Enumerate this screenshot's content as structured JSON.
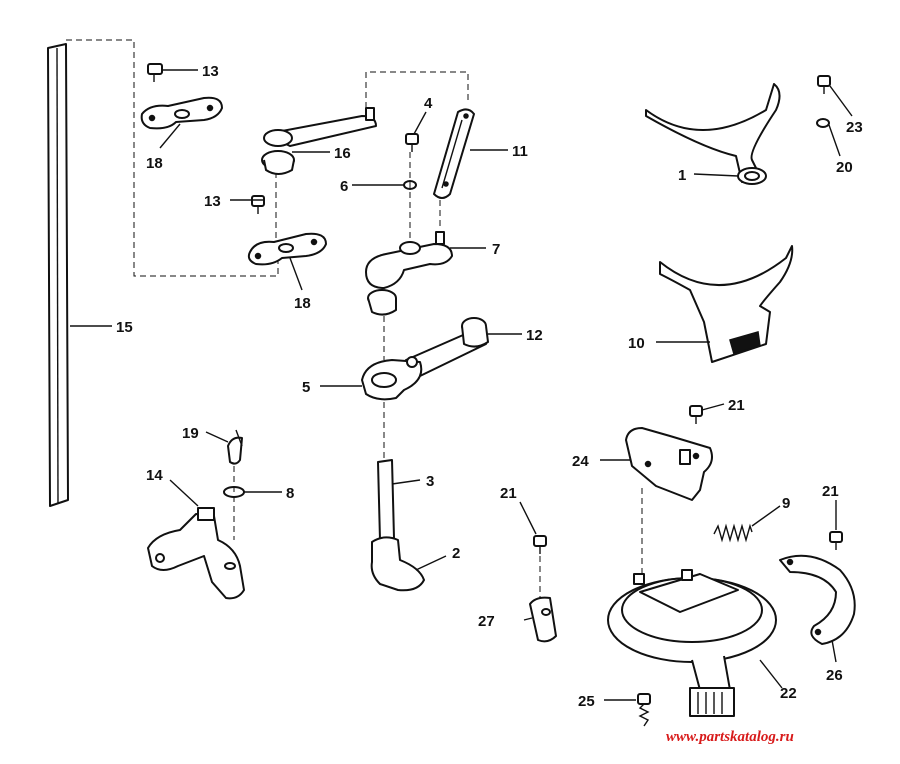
{
  "callouts": {
    "c1": "1",
    "c2": "2",
    "c3": "3",
    "c4": "4",
    "c5": "5",
    "c6": "6",
    "c7": "7",
    "c8": "8",
    "c9": "9",
    "c10": "10",
    "c11": "11",
    "c12": "12",
    "c13a": "13",
    "c13b": "13",
    "c14": "14",
    "c15": "15",
    "c16": "16",
    "c18a": "18",
    "c18b": "18",
    "c19": "19",
    "c20": "20",
    "c21a": "21",
    "c21b": "21",
    "c21c": "21",
    "c22": "22",
    "c23": "23",
    "c24": "24",
    "c25": "25",
    "c26": "26",
    "c27": "27"
  },
  "watermark": "www.partskatalog.ru",
  "colors": {
    "ink": "#111111",
    "watermark": "#d81b1b",
    "background": "#ffffff"
  }
}
